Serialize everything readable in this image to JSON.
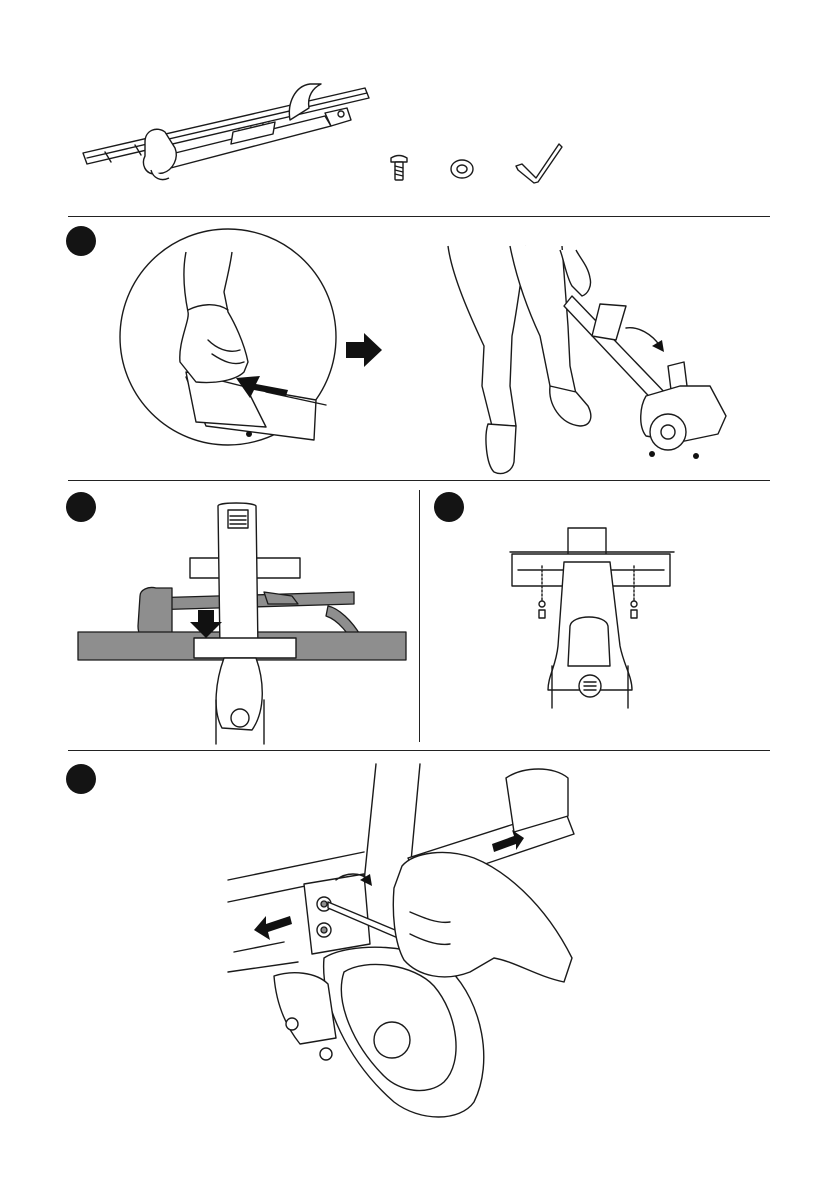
{
  "page": {
    "background": "#ffffff",
    "ink": "#1a1a1a",
    "highlight_gray": "#8e8e8e"
  },
  "parts": [
    {
      "icon": "frame-adapter-bar-icon"
    },
    {
      "icon": "bolt-icon"
    },
    {
      "icon": "washer-icon"
    },
    {
      "icon": "hex-key-icon"
    }
  ],
  "steps": [
    {
      "number": "",
      "icon": "fold-frame-illustration"
    },
    {
      "number": "",
      "icon": "place-on-bar-illustration"
    },
    {
      "number": "",
      "icon": "insert-bolts-illustration"
    },
    {
      "number": "",
      "icon": "tighten-bolts-illustration"
    }
  ]
}
